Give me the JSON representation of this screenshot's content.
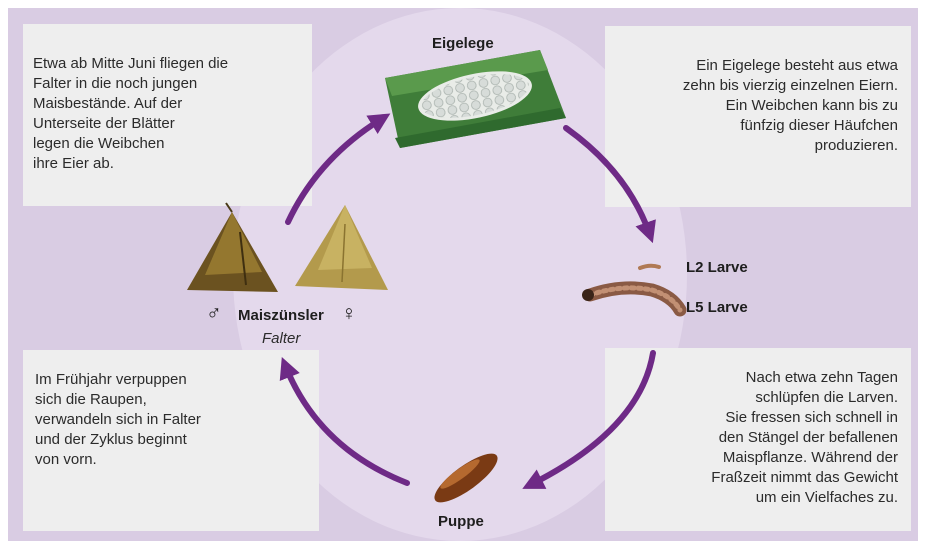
{
  "diagram": {
    "texts": {
      "top_left": "Etwa ab Mitte Juni fliegen die\nFalter in die noch jungen\nMaisbestände. Auf der\nUnterseite der Blätter\nlegen die Weibchen\nihre Eier ab.",
      "top_right": "Ein Eigelege besteht aus etwa\nzehn bis vierzig einzelnen Eiern.\nEin Weibchen kann bis zu\nfünfzig dieser Häufchen\nproduzieren.",
      "bottom_left": "Im Frühjahr verpuppen\nsich die Raupen,\nverwandeln sich in Falter\nund der Zyklus beginnt\nvon vorn.",
      "bottom_right": "Nach etwa zehn Tagen\nschlüpfen die Larven.\nSie fressen sich schnell in\nden Stängel der befallenen\nMaispflanze. Während der\nFraßzeit nimmt das Gewicht\num ein Vielfaches zu."
    },
    "stages": {
      "eggs": "Eigelege",
      "l2": "L2 Larve",
      "l5": "L5 Larve",
      "pupa": "Puppe",
      "moth_name": "Maiszünsler",
      "moth_sub": "Falter",
      "male_symbol": "♂",
      "female_symbol": "♀"
    },
    "colors": {
      "background": "#d9cce3",
      "inner_circle": "#e4d9ec",
      "text_box": "#eeeeee",
      "arrow": "#6e2a86"
    }
  }
}
